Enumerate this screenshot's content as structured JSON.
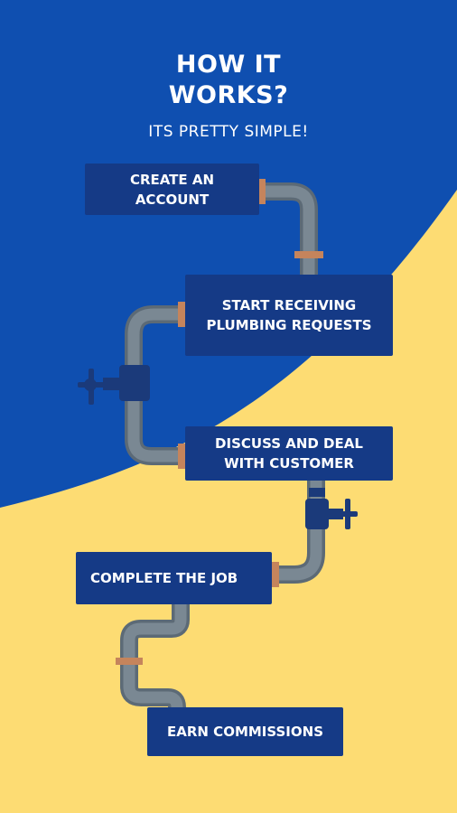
{
  "header": {
    "title_line1": "HOW IT",
    "title_line2": "WORKS?",
    "subtitle": "ITS PRETTY SIMPLE!"
  },
  "steps": [
    {
      "label": "CREATE AN ACCOUNT"
    },
    {
      "label": "START RECEIVING PLUMBING REQUESTS"
    },
    {
      "label": "DISCUSS AND DEAL WITH CUSTOMER"
    },
    {
      "label": "COMPLETE THE JOB"
    },
    {
      "label": "EARN COMMISSIONS"
    }
  ],
  "colors": {
    "background_blue": "#0f4fb0",
    "background_yellow": "#fddc73",
    "box_navy": "#153a86",
    "pipe_gray": "#6f7d88",
    "pipe_copper": "#c5845c",
    "valve_navy": "#1b3a7a"
  },
  "icons": [
    "pipe-illustration",
    "valve-icon"
  ]
}
